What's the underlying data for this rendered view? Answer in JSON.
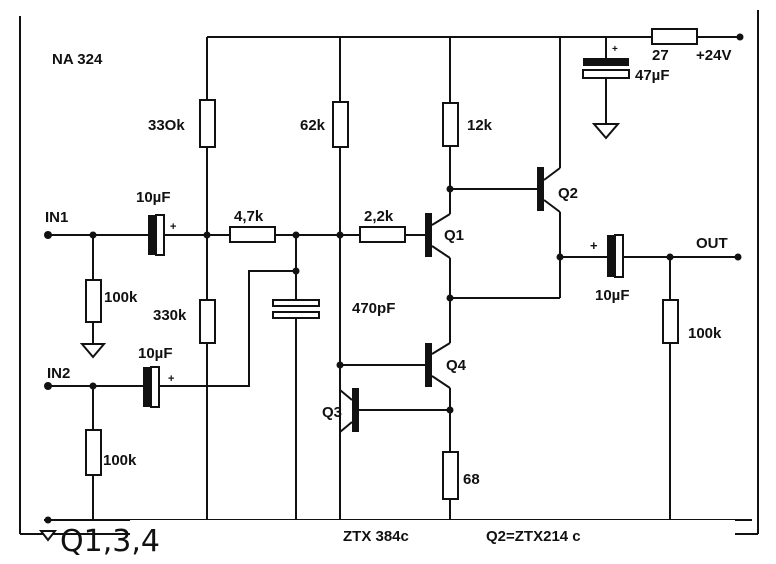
{
  "title": "NA 324",
  "inputs": {
    "in1": "IN1",
    "in2": "IN2"
  },
  "output": "OUT",
  "supply": {
    "resistor": "27",
    "voltage": "+24V",
    "cap": "47µF"
  },
  "components": {
    "r330k_top": "33Ok",
    "r330k_bot": "330k",
    "r62k": "62k",
    "r12k": "12k",
    "c10u_in1": "10µF",
    "c10u_in2": "10µF",
    "c10u_out": "10µF",
    "r4k7": "4,7k",
    "r2k2": "2,2k",
    "r100k_in1": "100k",
    "r100k_in2": "100k",
    "r100k_out": "100k",
    "c470p": "470pF",
    "r68": "68"
  },
  "transistors": {
    "q1": "Q1",
    "q2": "Q2",
    "q3": "Q3",
    "q4": "Q4"
  },
  "footer": {
    "handwritten": "Q1,3,4",
    "type_134": "ZTX 384c",
    "type_q2": "Q2=ZTX214 c"
  }
}
